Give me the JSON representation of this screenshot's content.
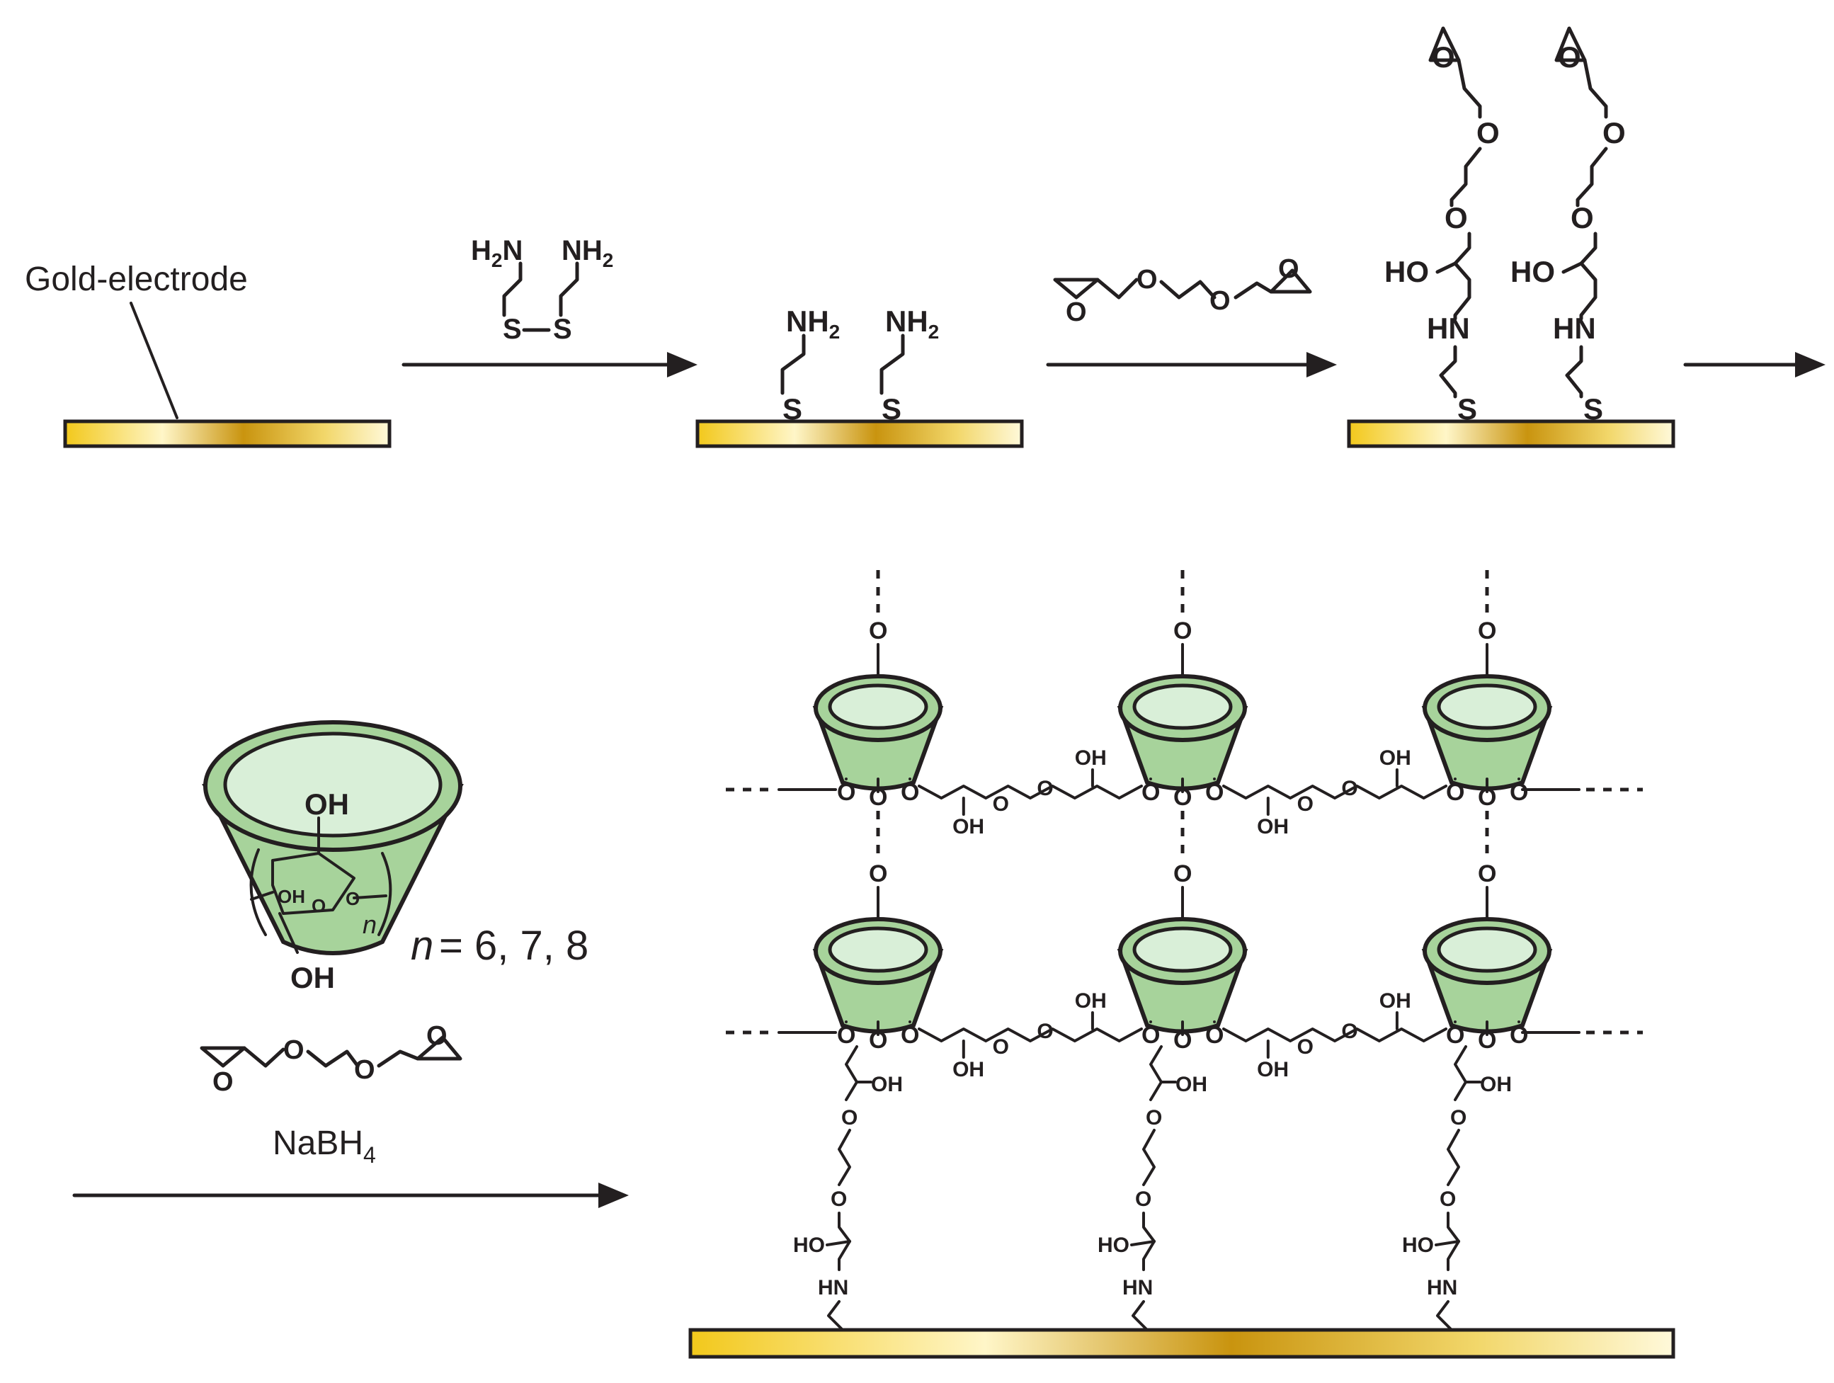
{
  "labels": {
    "gold_electrode": "Gold-electrode",
    "nh2": "NH2",
    "s": "S",
    "o": "O",
    "ho": "HO",
    "hn": "HN",
    "oh": "OH",
    "n_italic": "n",
    "n_values": "= 6, 7, 8",
    "nabh4": "NaBH4"
  },
  "colors": {
    "gold_dark": "#c9940f",
    "gold_light": "#fff7cc",
    "gold_mid": "#f3cf2e",
    "cup_green": "#a7d39b",
    "cup_inner": "#d9efd8",
    "ink": "#231f20"
  }
}
